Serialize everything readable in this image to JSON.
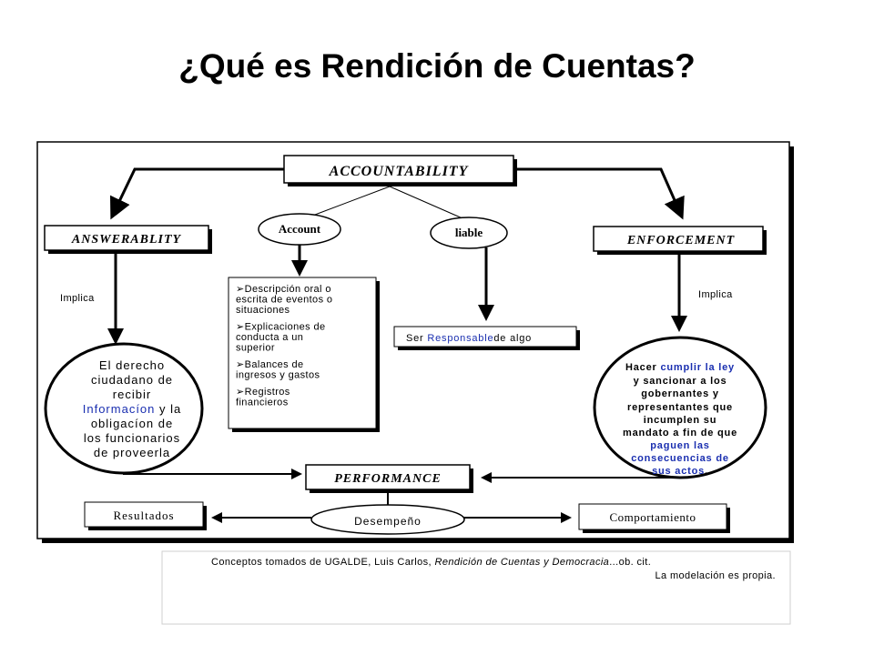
{
  "title": "¿Qué es Rendición de Cuentas?",
  "colors": {
    "ink": "#000000",
    "link_blue": "#1a2fb0",
    "background": "#ffffff"
  },
  "nodes": {
    "accountability": "ACCOUNTABILITY",
    "account": "Account",
    "liable": "liable",
    "answerability": "ANSWERABLITY",
    "enforcement": "ENFORCEMENT",
    "performance": "PERFORMANCE",
    "resultados": "Resultados",
    "desempeno": "Desempeño",
    "comportamiento": "Comportamiento"
  },
  "labels": {
    "implica_left": "Implica",
    "implica_right": "Implica"
  },
  "account_list": {
    "bullet": "➢",
    "items": [
      [
        "Descripción oral o",
        "escrita de eventos o",
        "situaciones"
      ],
      [
        "Explicaciones de",
        "conducta a un",
        "superior"
      ],
      [
        "Balances de",
        "ingresos y gastos"
      ],
      [
        "Registros",
        "financieros"
      ]
    ]
  },
  "liable_box": {
    "pre": "Ser ",
    "highlight": "Responsable",
    "post": "de algo"
  },
  "left_circle": {
    "l1": "El derecho",
    "l2": "ciudadano de",
    "l3": "recibir",
    "l4_blue": "Informacíon",
    "l4_rest": " y la",
    "l5": "obligacíon de",
    "l6": "los funcionarios",
    "l7": "de proveerla"
  },
  "right_circle": {
    "l1_pre": "Hacer ",
    "l1_blue": "cumplir la ley",
    "l2": "y sancionar a los",
    "l3": "gobernantes y",
    "l4": "representantes que",
    "l5": "incumplen su",
    "l6": "mandato a fin de que",
    "l7_blue": "paguen las",
    "l8_blue": "consecuencias de",
    "l9": "sus actos",
    "l9_dot": "."
  },
  "footnote": {
    "l1_pre": "Conceptos tomados de UGALDE, Luis Carlos, ",
    "l1_italic": "Rendición de Cuentas y Democracia",
    "l1_post": "...ob. cit.",
    "l2": "La modelación es propia."
  }
}
